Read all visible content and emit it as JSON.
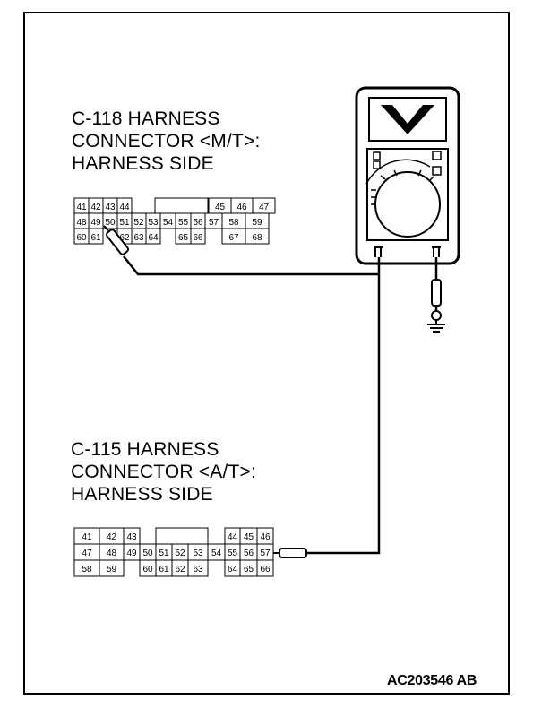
{
  "connector_c118": {
    "title_lines": [
      "C-118 HARNESS",
      "CONNECTOR <M/T>:",
      "HARNESS SIDE"
    ],
    "rows": [
      [
        "41",
        "42",
        "43",
        "44",
        "",
        "",
        "",
        "",
        "",
        "45",
        "46",
        "47"
      ],
      [
        "48",
        "49",
        "50",
        "51",
        "52",
        "53",
        "54",
        "55",
        "56",
        "57",
        "58",
        "59"
      ],
      [
        "60",
        "61",
        "",
        "62",
        "63",
        "64",
        "",
        "65",
        "66",
        "",
        "67",
        "68"
      ]
    ]
  },
  "connector_c115": {
    "title_lines": [
      "C-115 HARNESS",
      "CONNECTOR <A/T>:",
      "HARNESS SIDE"
    ],
    "rows": [
      [
        "41",
        "42",
        "43",
        "",
        "",
        "",
        "",
        "",
        "",
        "44",
        "45",
        "46"
      ],
      [
        "47",
        "48",
        "49",
        "50",
        "51",
        "52",
        "53",
        "54",
        "55",
        "56",
        "57"
      ],
      [
        "58",
        "59",
        "",
        "60",
        "61",
        "62",
        "63",
        "",
        "64",
        "65",
        "66"
      ]
    ]
  },
  "meter": {
    "display_symbol": "V",
    "icon": "voltmeter-icon"
  },
  "ground": {
    "icon": "ground-icon"
  },
  "figure_code": "AC203546 AB"
}
